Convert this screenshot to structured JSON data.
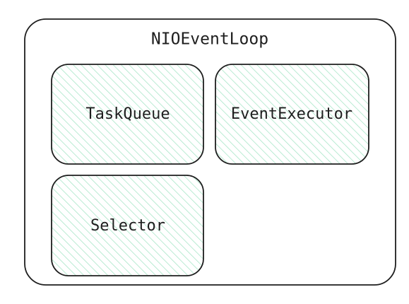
{
  "container": {
    "title": "NIOEventLoop"
  },
  "components": [
    {
      "id": "task-queue",
      "label": "TaskQueue"
    },
    {
      "id": "event-executor",
      "label": "EventExecutor"
    },
    {
      "id": "selector",
      "label": "Selector"
    }
  ],
  "colors": {
    "stroke": "#1e1e1e",
    "fill_hatch": "#a8e6c8",
    "fill_background": "#ffffff"
  }
}
